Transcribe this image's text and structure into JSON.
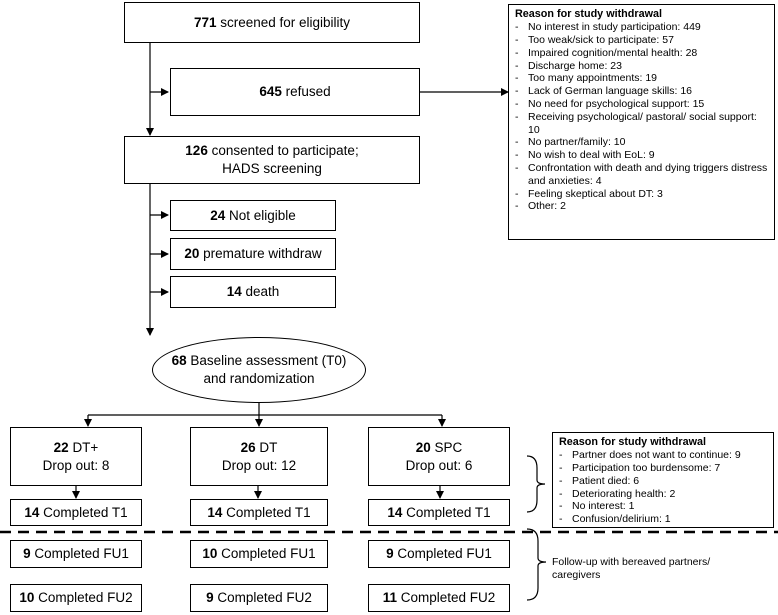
{
  "screened": {
    "num": "771",
    "text": "screened for eligibility"
  },
  "refused": {
    "num": "645",
    "text": "refused"
  },
  "consented": {
    "num": "126",
    "text": "consented to participate;",
    "line2": "HADS screening"
  },
  "not_eligible": {
    "num": "24",
    "text": "Not eligible"
  },
  "premature": {
    "num": "20",
    "text": "premature withdraw"
  },
  "death": {
    "num": "14",
    "text": "death"
  },
  "baseline": {
    "num": "68",
    "text": "Baseline assessment (T0)",
    "line2": "and randomization"
  },
  "reasons_top": {
    "title": "Reason for study withdrawal",
    "items": [
      "No interest in study participation: 449",
      "Too weak/sick to participate: 57",
      "Impaired cognition/mental health: 28",
      "Discharge home: 23",
      "Too many appointments: 19",
      "Lack of German language skills: 16",
      "No need for psychological support: 15",
      "Receiving psychological/ pastoral/ social support: 10",
      "No partner/family: 10",
      "No wish to deal with EoL: 9",
      "Confrontation with death and dying triggers distress and anxieties: 4",
      "Feeling skeptical about DT: 3",
      "Other: 2"
    ]
  },
  "arms": [
    {
      "num": "22",
      "label": "DT+",
      "dropout": "Drop out: 8",
      "t1_num": "14",
      "t1": "Completed T1",
      "fu1_num": "9",
      "fu1": "Completed FU1",
      "fu2_num": "10",
      "fu2": "Completed FU2"
    },
    {
      "num": "26",
      "label": "DT",
      "dropout": "Drop out: 12",
      "t1_num": "14",
      "t1": "Completed T1",
      "fu1_num": "10",
      "fu1": "Completed FU1",
      "fu2_num": "9",
      "fu2": "Completed FU2"
    },
    {
      "num": "20",
      "label": "SPC",
      "dropout": "Drop out: 6",
      "t1_num": "14",
      "t1": "Completed T1",
      "fu1_num": "9",
      "fu1": "Completed FU1",
      "fu2_num": "11",
      "fu2": "Completed FU2"
    }
  ],
  "reasons_arm": {
    "title": "Reason for study withdrawal",
    "items": [
      "Partner does not want to continue: 9",
      "Participation too burdensome: 7",
      "Patient died: 6",
      "Deteriorating health: 2",
      "No interest: 1",
      "Confusion/delirium: 1"
    ]
  },
  "followup_note": {
    "line1": "Follow-up with bereaved partners/",
    "line2": "caregivers"
  }
}
